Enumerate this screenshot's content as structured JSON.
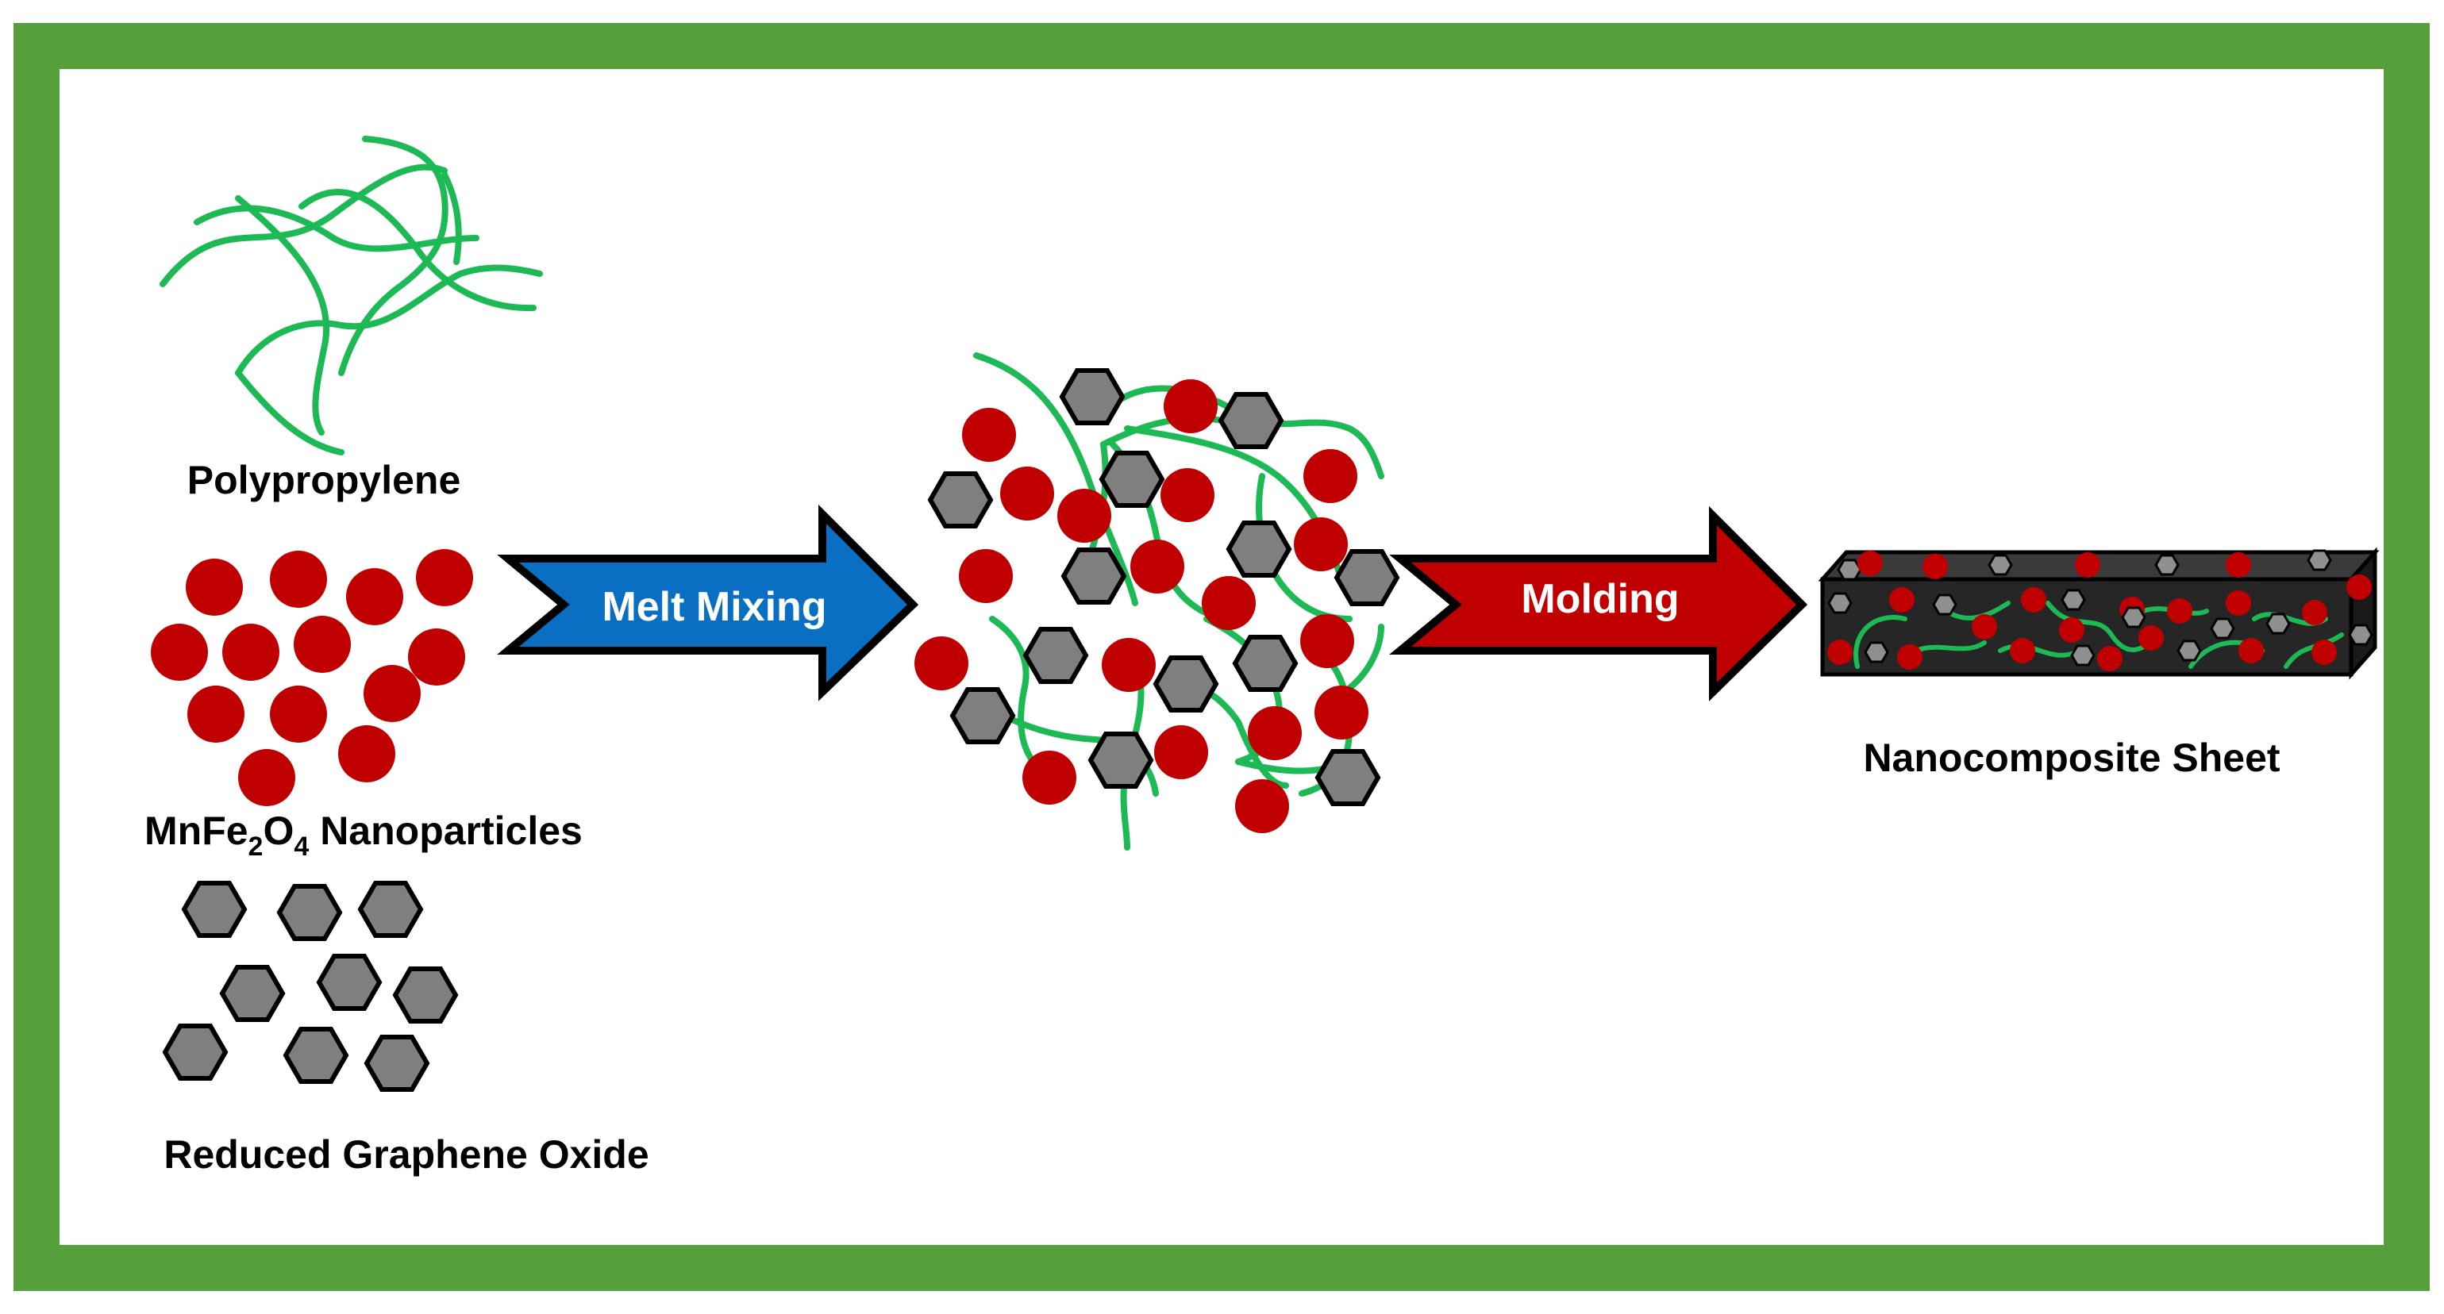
{
  "labels": {
    "polypropylene": "Polypropylene",
    "mnfe_prefix": "MnFe",
    "mnfe_sub1": "2",
    "mnfe_o": "O",
    "mnfe_sub2": "4",
    "mnfe_suffix": " Nanoparticles",
    "rgo": "Reduced Graphene Oxide",
    "nanocomposite": "Nanocomposite Sheet"
  },
  "arrows": {
    "melt_mixing": "Melt Mixing",
    "molding": "Molding"
  },
  "colors": {
    "frame": "#55a03a",
    "fiber": "#1db954",
    "particle": "#c00000",
    "hexagon": "#7f7f7f",
    "melt_arrow": "#0a6fc2",
    "molding_arrow": "#c00000",
    "sheet": "#262626"
  },
  "icons": {
    "fiber": "polymer-chain-icon",
    "particle": "nanoparticle-icon",
    "hexagon": "graphene-hexagon-icon"
  }
}
